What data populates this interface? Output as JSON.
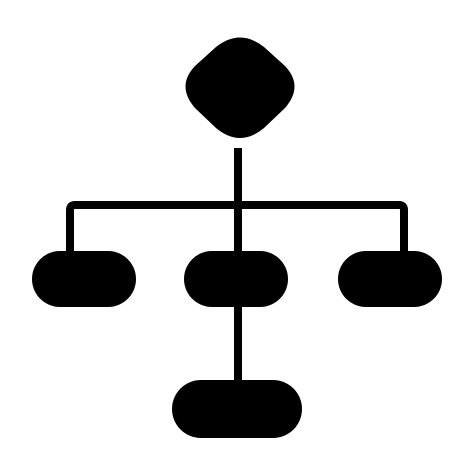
{
  "icon": {
    "name": "flowchart-hierarchy-icon",
    "style": "glyph",
    "colors": {
      "foreground": "#000000",
      "background": "#ffffff"
    }
  },
  "nodes": [
    {
      "id": "root",
      "shape": "rounded-diamond",
      "parent": null
    },
    {
      "id": "left",
      "shape": "pill",
      "parent": "root"
    },
    {
      "id": "center",
      "shape": "pill",
      "parent": "root"
    },
    {
      "id": "right",
      "shape": "pill",
      "parent": "root"
    },
    {
      "id": "bottom",
      "shape": "pill",
      "parent": "center"
    }
  ]
}
